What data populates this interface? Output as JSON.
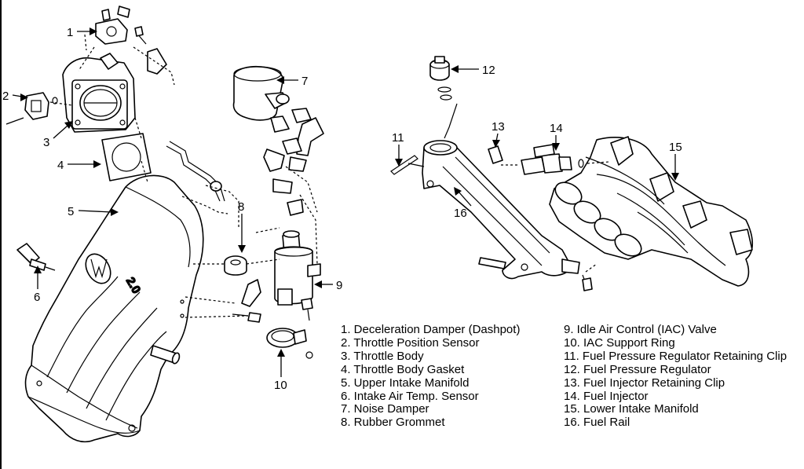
{
  "callouts": {
    "c1": "1",
    "c2": "2",
    "c3": "3",
    "c4": "4",
    "c5": "5",
    "c6": "6",
    "c7": "7",
    "c8": "8",
    "c9": "9",
    "c10": "10",
    "c11": "11",
    "c12": "12",
    "c13": "13",
    "c14": "14",
    "c15": "15",
    "c16": "16"
  },
  "manifold_badge": "2.0",
  "legend_left": [
    "1. Deceleration Damper (Dashpot)",
    "2. Throttle Position Sensor",
    "3. Throttle Body",
    "4. Throttle Body Gasket",
    "5. Upper Intake Manifold",
    "6. Intake Air Temp. Sensor",
    "7. Noise Damper",
    "8. Rubber Grommet"
  ],
  "legend_right": [
    "9. Idle Air Control (IAC) Valve",
    "10. IAC Support Ring",
    "11. Fuel Pressure Regulator Retaining Clip",
    "12. Fuel Pressure Regulator",
    "13. Fuel Injector Retaining Clip",
    "14. Fuel Injector",
    "15. Lower Intake Manifold",
    "16. Fuel Rail"
  ]
}
